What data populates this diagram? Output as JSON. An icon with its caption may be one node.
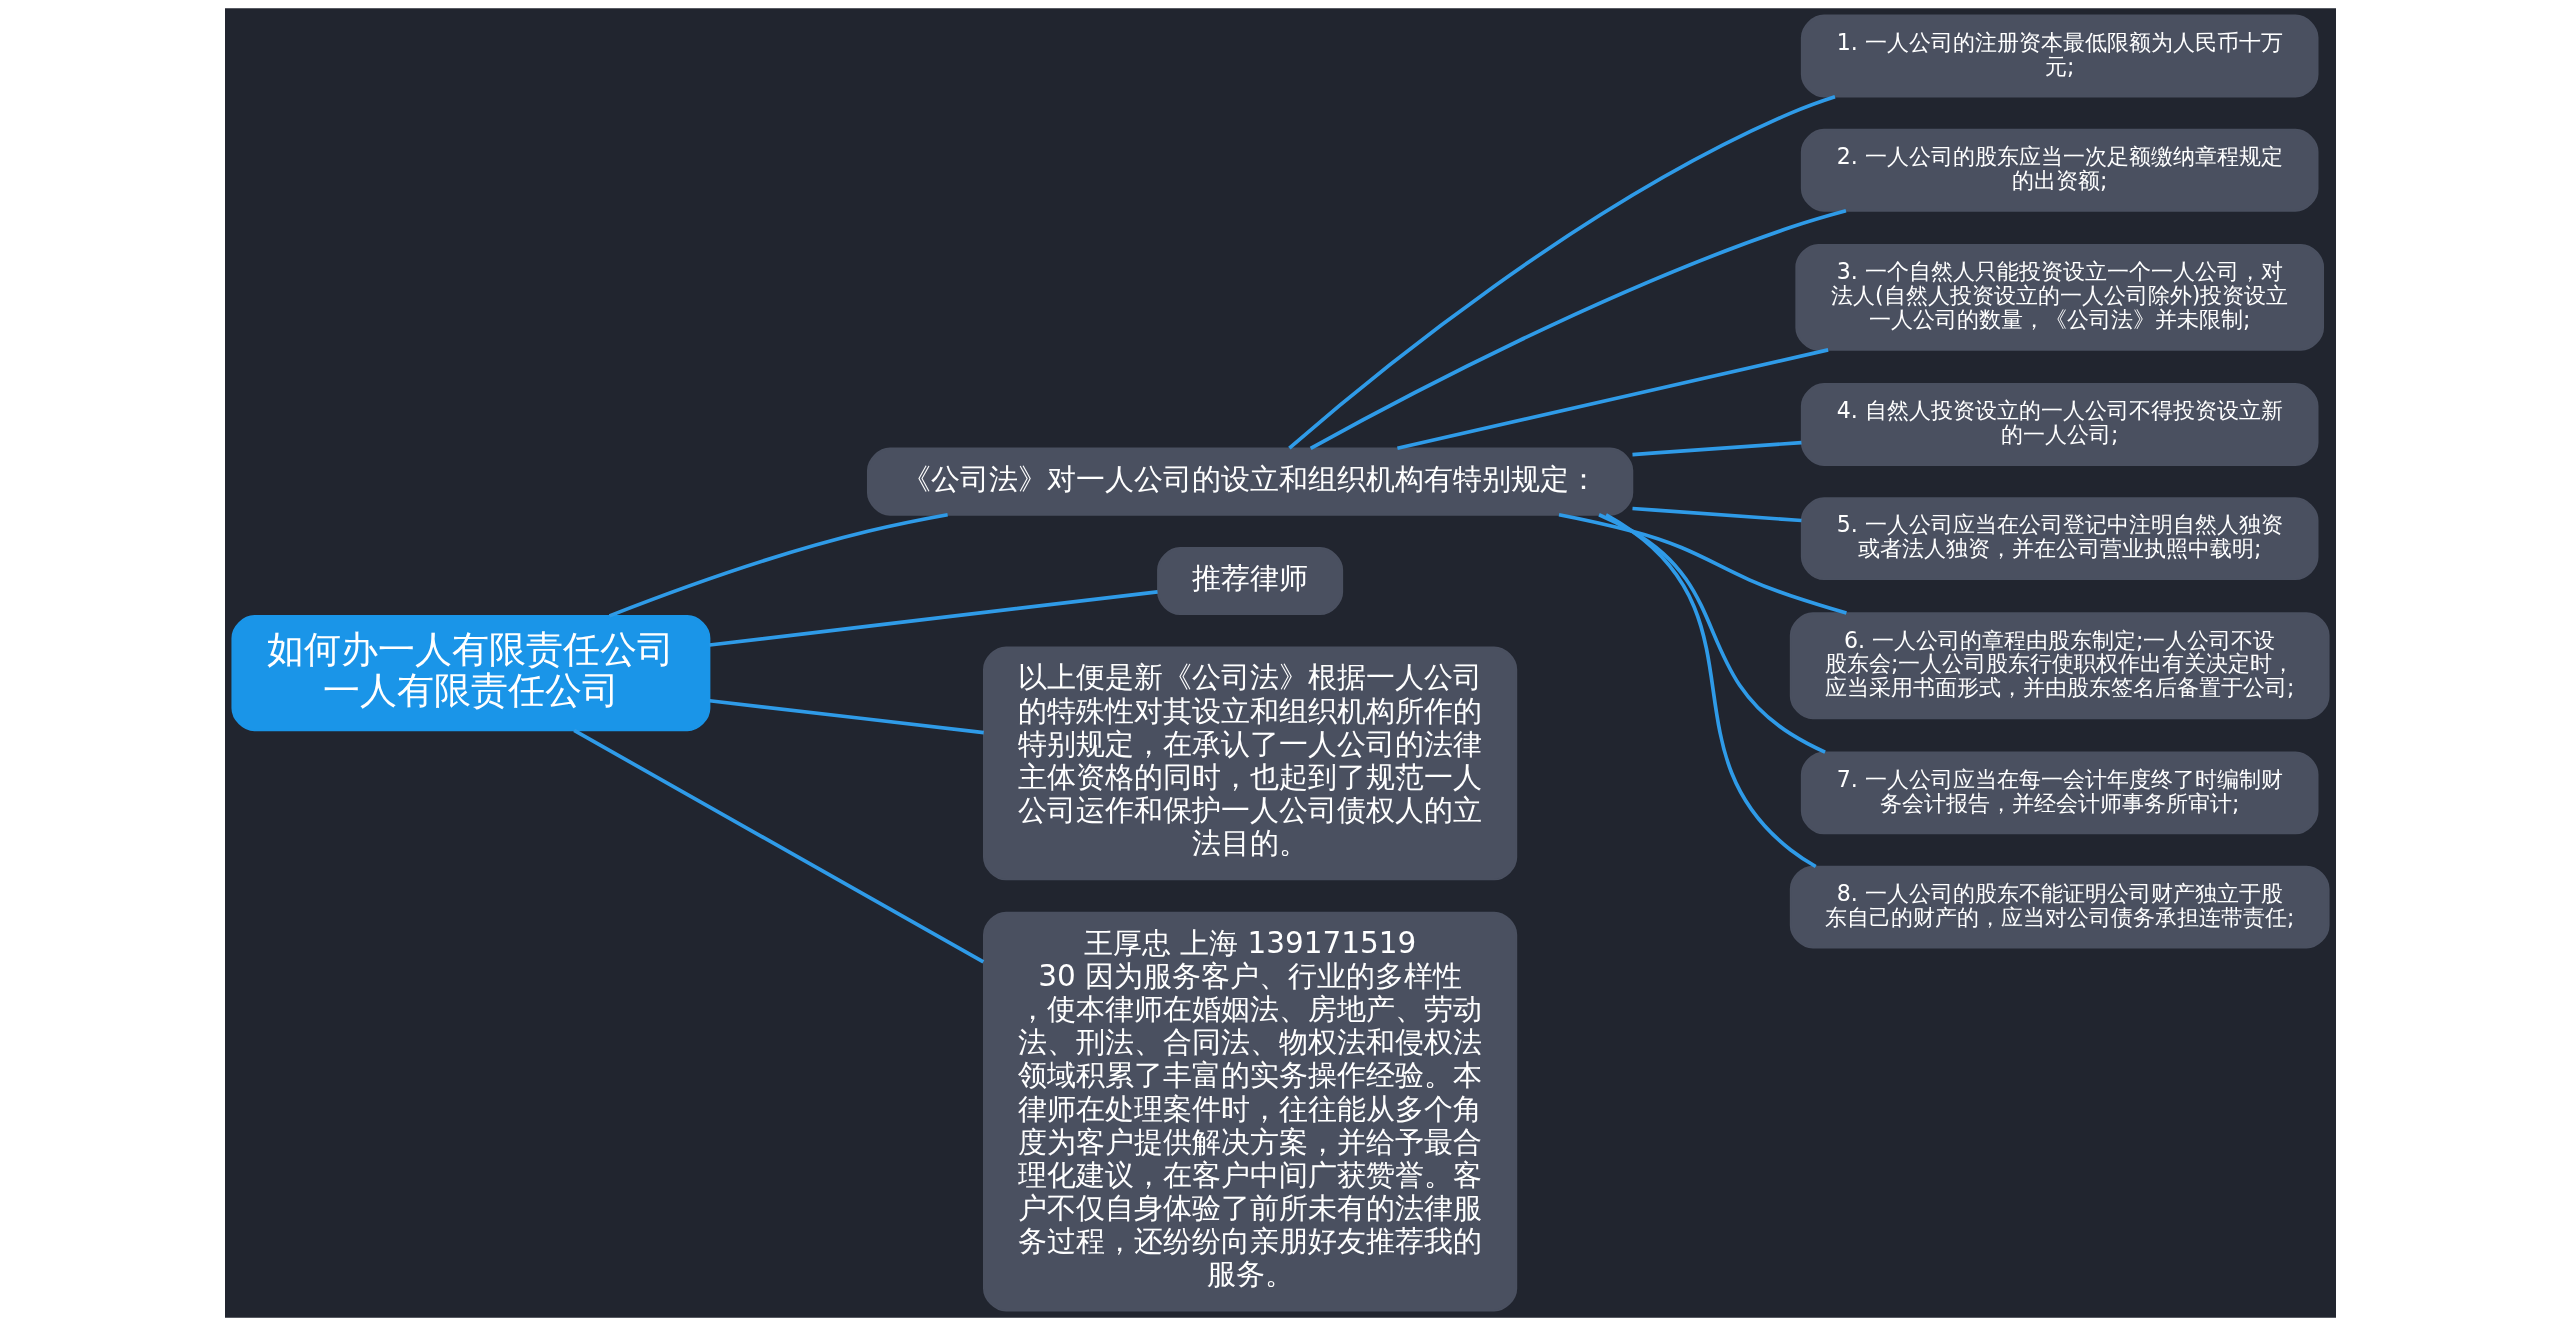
{
  "diagram": {
    "nodes": [
      {
        "text": [
          "如何办一人有限责任公司",
          "一人有限责任公司"
        ]
      },
      {
        "text": [
          "《公司法》对一人公司的设立和组织机构有特别规定："
        ]
      },
      {
        "text": [
          "1. 一人公司的注册资本最低限额为人民币十万元;"
        ]
      },
      {
        "text": [
          "2. 一人公司的股东应当一次足额缴纳章程规定的出资额;"
        ]
      },
      {
        "text": [
          "3. 一个自然人只能投资设立一个一人公司，对法人(自然人投资设立的一人公司除外)投资设立一人公司的数量，《公司法》并未限制;"
        ]
      },
      {
        "text": [
          "4. 自然人投资设立的一人公司不得投资设立新的一人公司;"
        ]
      },
      {
        "text": [
          "5. 一人公司应当在公司登记中注明自然人独资或者法人独资，并在公司营业执照中载明;"
        ]
      },
      {
        "text": [
          "6. 一人公司的章程由股东制定;一人公司不设股东会;一人公司股东行使职权作出有关决定时，应当采用书面形式，并由股东签名后备置于公司;"
        ]
      },
      {
        "text": [
          "7. 一人公司应当在每一会计年度终了时编制财务会计报告，并经会计师事务所审计;"
        ]
      },
      {
        "text": [
          "8. 一人公司的股东不能证明公司财产独立于股东自己的财产的，应当对公司债务承担连带责任;"
        ]
      },
      {
        "text": [
          "推荐律师"
        ]
      },
      {
        "text": [
          "以上便是新《公司法》根据一人公司的特殊性对其设立和组织机构所作的特别规定，在承认了一人公司的法律主体资格的同时，也起到了规范一人公司运作和保护一人公司债权人的立法目的。"
        ]
      },
      {
        "text": [
          "王厚忠 上海 13917151930 因为服务客户、行业的多样性，使本律师在婚姻法、房地产、劳动法、刑法、合同法、物权法和侵权法领域积累了丰富的实务操作经验。本律师在处理案件时，往往能从多个角度为客户提供解决方案，并给予最合理化建议，在客户中间广获赞誉。客户不仅自身体验了前所未有的法律服务过程，还纷纷向亲朋好友推荐我的服务。"
        ]
      }
    ],
    "edges": [
      {
        "from": 0,
        "to": 1,
        "arrow": "none"
      },
      {
        "from": 1,
        "to": 2,
        "arrow": "none"
      },
      {
        "from": 1,
        "to": 3,
        "arrow": "none"
      },
      {
        "from": 1,
        "to": 4,
        "arrow": "none"
      },
      {
        "from": 1,
        "to": 5,
        "arrow": "none"
      },
      {
        "from": 1,
        "to": 6,
        "arrow": "none"
      },
      {
        "from": 1,
        "to": 7,
        "arrow": "none"
      },
      {
        "from": 1,
        "to": 8,
        "arrow": "none"
      },
      {
        "from": 1,
        "to": 9,
        "arrow": "none"
      },
      {
        "from": 0,
        "to": 10,
        "arrow": "none"
      },
      {
        "from": 0,
        "to": 11,
        "arrow": "none"
      },
      {
        "from": 0,
        "to": 12,
        "arrow": "none"
      }
    ]
  }
}
